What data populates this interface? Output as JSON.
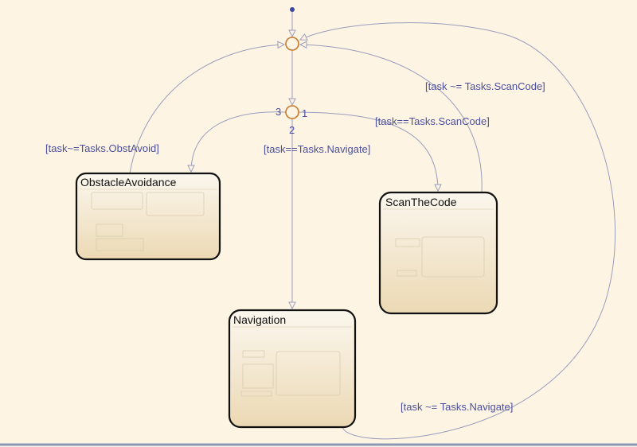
{
  "chart": {
    "states": [
      {
        "name": "ObstacleAvoidance"
      },
      {
        "name": "ScanTheCode"
      },
      {
        "name": "Navigation"
      }
    ],
    "junction_labels": {
      "left": "3",
      "right": "1",
      "bottom": "2"
    },
    "transitions": {
      "obst_avoid": "[task~=Tasks.ObstAvoid]",
      "navigate": "[task==Tasks.Navigate]",
      "scan_code": "[task==Tasks.ScanCode]",
      "not_scan_code": "[task ~= Tasks.ScanCode]",
      "not_navigate": "[task ~= Tasks.Navigate]"
    },
    "colors": {
      "background": "#fdf4e3",
      "label": "#4b4f9e",
      "junction": "#c8782a"
    }
  }
}
